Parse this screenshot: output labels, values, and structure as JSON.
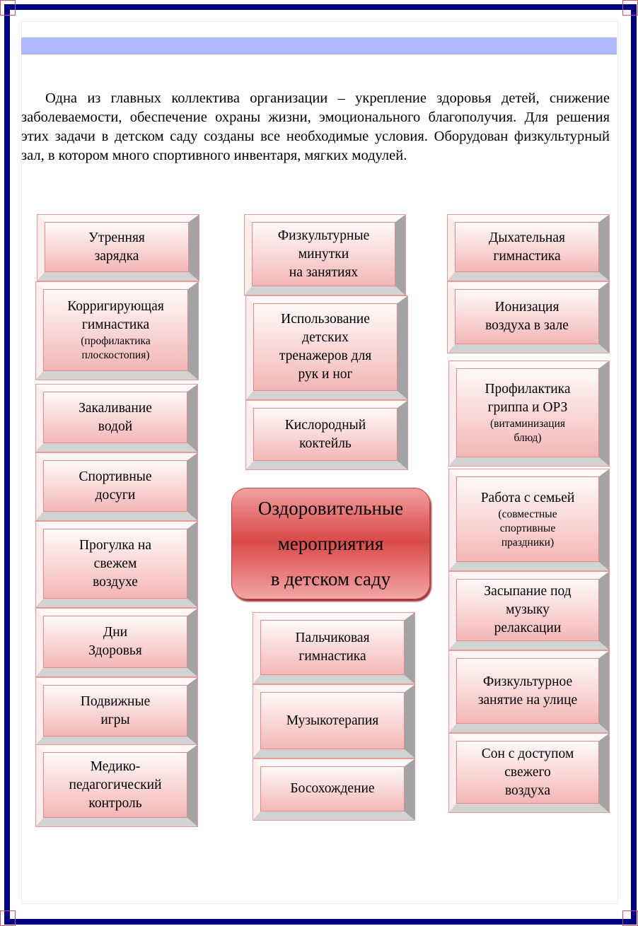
{
  "intro": "Одна из главных коллектива организации – укрепление здоровья детей, снижение заболеваемости, обеспечение охраны жизни, эмоционального благополучия. Для решения этих задачи в детском саду созданы все необходимые условия.  Оборудован физкультурный зал,  в котором много спортивного инвентаря, мягких модулей.",
  "center_title": "Оздоровительные\nмероприятия\nв детском саду",
  "left": [
    {
      "title": "Утренняя\nзарядка"
    },
    {
      "title": "Корригирующая\nгимнастика",
      "note": "(профилактика\nплоскостопия)"
    },
    {
      "title": "Закаливание\nводой"
    },
    {
      "title": "Спортивные\nдосуги"
    },
    {
      "title": "Прогулка на\nсвежем\nвоздухе"
    },
    {
      "title": "Дни\nЗдоровья"
    },
    {
      "title": "Подвижные\nигры"
    },
    {
      "title": "Медико-\nпедагогический\nконтроль"
    }
  ],
  "middle": [
    {
      "title": "Физкультурные\nминутки\nна занятиях"
    },
    {
      "title": "Использование\nдетских\nтренажеров для\nрук и ног"
    },
    {
      "title": "Кислородный\nкоктейль"
    },
    {
      "title": "Пальчиковая\nгимнастика"
    },
    {
      "title": "Музыкотерапия"
    },
    {
      "title": "Босохождение"
    }
  ],
  "right": [
    {
      "title": "Дыхательная\nгимнастика"
    },
    {
      "title": "Ионизация\nвоздуха в зале"
    },
    {
      "title": "Профилактика\nгриппа и ОРЗ",
      "note": "(витаминизация\nблюд)"
    },
    {
      "title": "Работа с семьей",
      "note": "(совместные\nспортивные\nпраздники)"
    },
    {
      "title": "Засыпание под\nмузыку\nрелаксации"
    },
    {
      "title": "Физкультурное\nзанятие на улице"
    },
    {
      "title": "Сон с доступом\nсвежего\nвоздуха"
    }
  ],
  "colors": {
    "frame": "#000080",
    "band": "#b0b8fe",
    "center": "#d94a4a",
    "box_face": "#f9d5d5"
  }
}
